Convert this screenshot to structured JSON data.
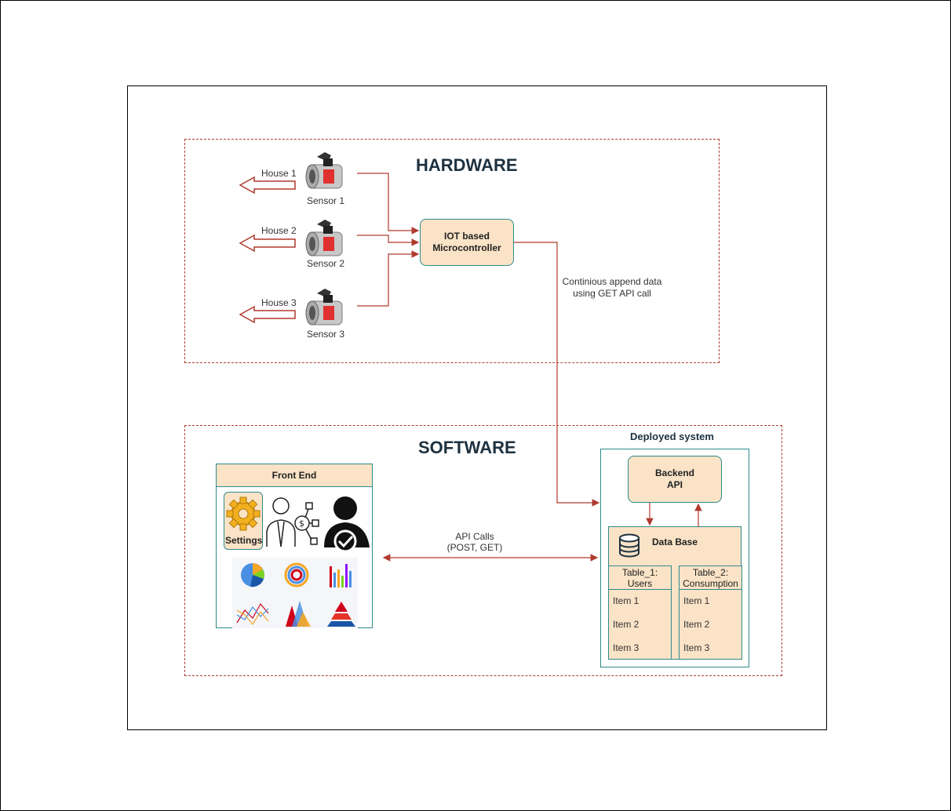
{
  "hardware": {
    "title": "HARDWARE",
    "houses": [
      "House 1",
      "House 2",
      "House 3"
    ],
    "sensors": [
      "Sensor 1",
      "Sensor 2",
      "Sensor 3"
    ],
    "microcontroller": "IOT based\nMicrocontroller",
    "append_note_line1": "Continious append data",
    "append_note_line2": "using GET API call"
  },
  "software": {
    "title": "SOFTWARE",
    "deployed_system": "Deployed system",
    "backend": "Backend\nAPI",
    "database": "Data Base",
    "table1_header": "Table_1:\nUsers",
    "table2_header": "Table_2:\nConsumption",
    "table1_items": [
      "Item 1",
      "Item 2",
      "Item 3"
    ],
    "table2_items": [
      "Item 1",
      "Item 2",
      "Item 3"
    ],
    "front_end": "Front End",
    "settings": "Settings",
    "api_calls_line1": "API Calls",
    "api_calls_line2": "(POST, GET)"
  },
  "colors": {
    "accent": "#b03a2e",
    "box_fill": "#fae3c6",
    "box_border": "#2e8b8b",
    "title": "#1d3140"
  },
  "icons": [
    "flow-sensor-icon",
    "gear-icon",
    "person-finance-icon",
    "user-check-icon",
    "database-icon",
    "pie-chart-icon",
    "donut-chart-icon",
    "bar-chart-icon",
    "line-chart-icon",
    "area-chart-icon",
    "pyramid-chart-icon"
  ]
}
